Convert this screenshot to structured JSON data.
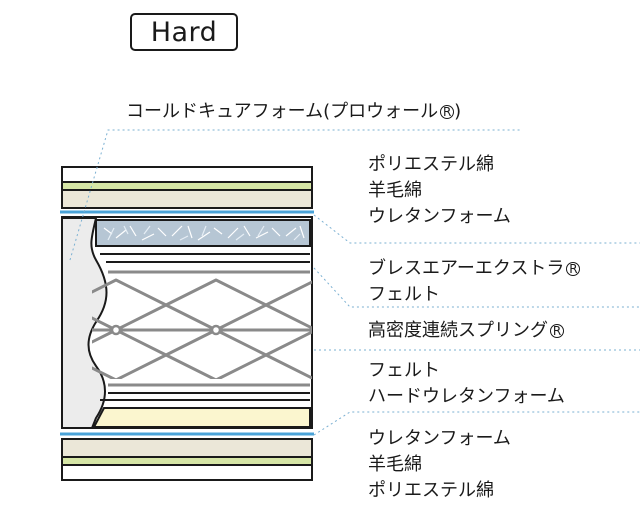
{
  "title": "Hard",
  "labels": {
    "top_foam": "コールドキュアフォーム(プロウォール",
    "top_foam_end": ")",
    "upper_1": "ポリエステル綿",
    "upper_2": "羊毛綿",
    "upper_3": "ウレタンフォーム",
    "breath_air": "ブレスエアーエクストラ",
    "felt_upper": "フェルト",
    "springs": "高密度連続スプリング",
    "felt_lower": "フェルト",
    "hard_foam": "ハードウレタンフォーム",
    "lower_1": "ウレタンフォーム",
    "lower_2": "羊毛綿",
    "lower_3": "ポリエステル綿"
  },
  "reg_mark": "R",
  "colors": {
    "outline": "#1a1a1a",
    "green_layer": "#d6e6a6",
    "beige_layer": "#ebe7d8",
    "blue_line": "#4aa3d8",
    "breath_air": "#b6c6d4",
    "side_foam": "#ececec",
    "hard_foam": "#fbf6cf",
    "spring": "#8a8a8a",
    "leader": "#7bb0d2"
  }
}
